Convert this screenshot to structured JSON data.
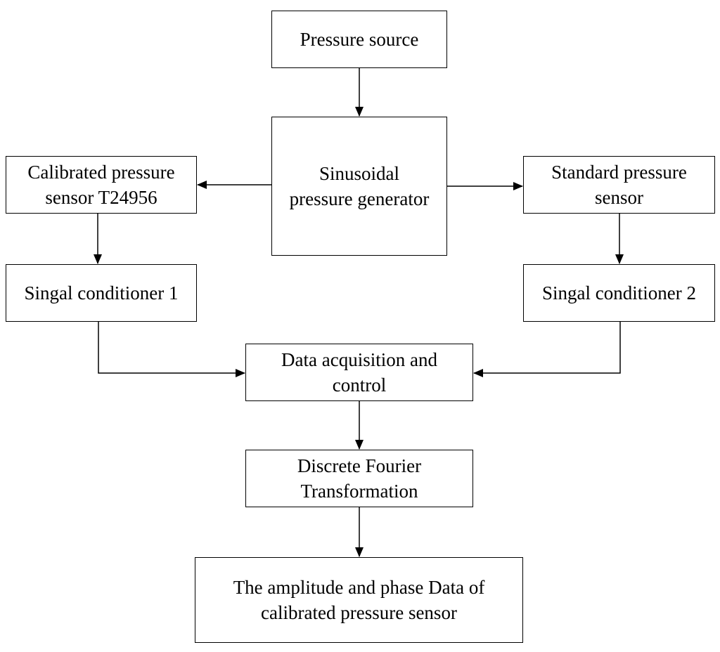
{
  "diagram": {
    "nodes": {
      "pressure_source": {
        "line1": "Pressure source"
      },
      "sinusoidal_generator": {
        "line1": "Sinusoidal",
        "line2": "pressure generator"
      },
      "calibrated_sensor": {
        "line1": "Calibrated pressure",
        "line2": "sensor T24956"
      },
      "standard_sensor": {
        "line1": "Standard pressure",
        "line2": "sensor"
      },
      "conditioner_1": {
        "line1": "Singal conditioner 1"
      },
      "conditioner_2": {
        "line1": "Singal conditioner 2"
      },
      "data_acquisition": {
        "line1": "Data acquisition and",
        "line2": "control"
      },
      "dft": {
        "line1": "Discrete Fourier",
        "line2": "Transformation"
      },
      "output": {
        "line1": "The amplitude and phase Data of",
        "line2": "calibrated pressure sensor"
      }
    },
    "edges": [
      {
        "from": "pressure_source",
        "to": "sinusoidal_generator"
      },
      {
        "from": "sinusoidal_generator",
        "to": "calibrated_sensor"
      },
      {
        "from": "sinusoidal_generator",
        "to": "standard_sensor"
      },
      {
        "from": "calibrated_sensor",
        "to": "conditioner_1"
      },
      {
        "from": "standard_sensor",
        "to": "conditioner_2"
      },
      {
        "from": "conditioner_1",
        "to": "data_acquisition"
      },
      {
        "from": "conditioner_2",
        "to": "data_acquisition"
      },
      {
        "from": "data_acquisition",
        "to": "dft"
      },
      {
        "from": "dft",
        "to": "output"
      }
    ],
    "colors": {
      "stroke": "#000000",
      "fill": "#ffffff"
    }
  }
}
